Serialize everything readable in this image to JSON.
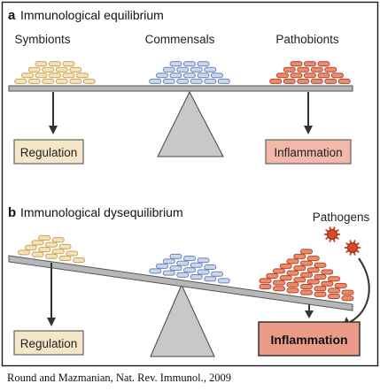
{
  "panel_a": {
    "letter": "a",
    "title": "Immunological equilibrium",
    "groups": [
      {
        "label": "Symbionts"
      },
      {
        "label": "Commensals"
      },
      {
        "label": "Pathobionts"
      }
    ],
    "box_left": "Regulation",
    "box_right": "Inflammation"
  },
  "panel_b": {
    "letter": "b",
    "title": "Immunological dysequilibrium",
    "pathogens_label": "Pathogens",
    "box_left": "Regulation",
    "box_right": "Inflammation"
  },
  "caption": "Round and Mazmanian, Nat. Rev. Immunol., 2009",
  "colors": {
    "symbiont_fill": "#f5e3b8",
    "symbiont_stroke": "#c9a25a",
    "commensal_fill": "#c9d8ef",
    "commensal_stroke": "#6b82b0",
    "pathobiont_fill": "#ef8a6c",
    "pathobiont_stroke": "#b2462a",
    "regulation_box_fill": "#f6e6c8",
    "inflammation_box_fill": "#f3b8aa",
    "inflammation_box_fill_b": "#ec9a88",
    "beam": "#b7b7b7",
    "fulcrum": "#c8c8c8",
    "frame": "#1a1a1a",
    "pathogen": "#d64a2c"
  }
}
